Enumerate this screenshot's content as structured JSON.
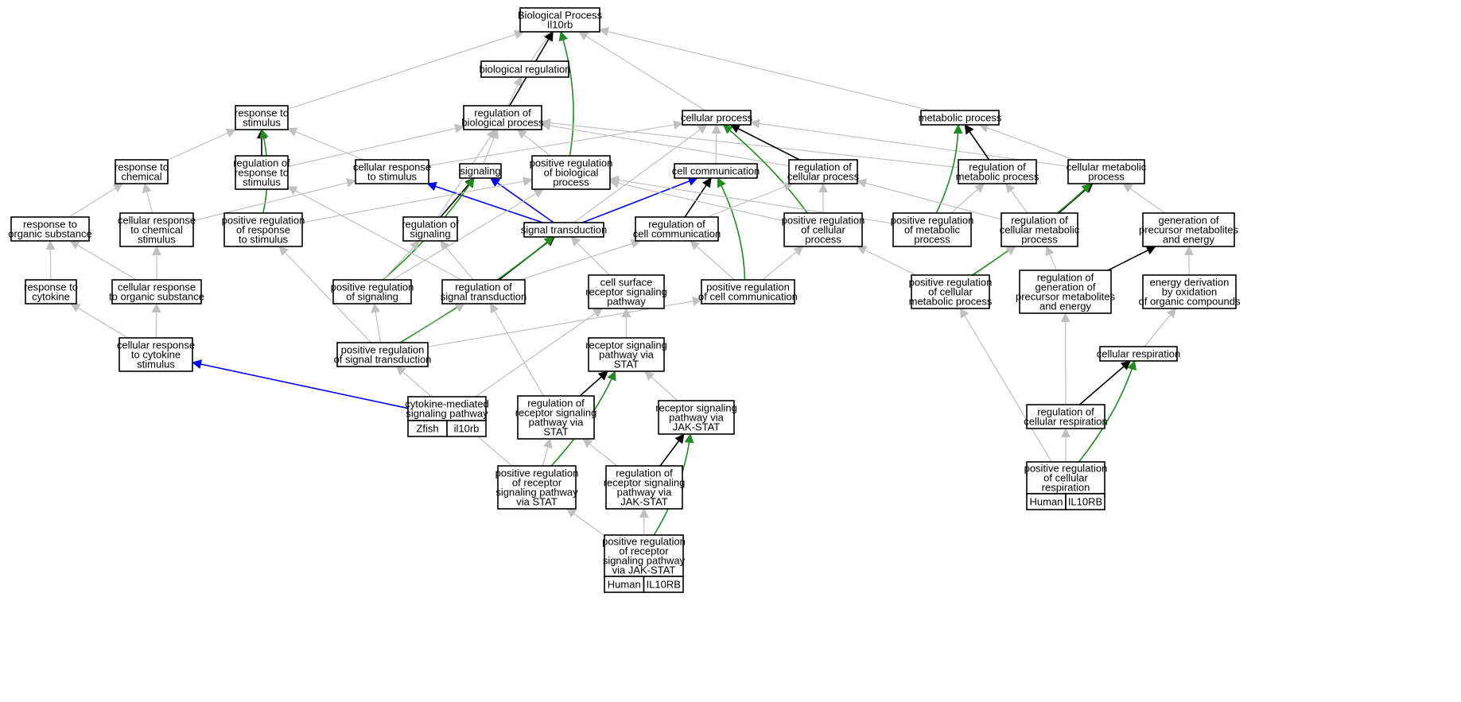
{
  "colors": {
    "gray": "#c0c0c0",
    "black": "#000000",
    "green": "#228b22",
    "blue": "#0000ff",
    "zfish": "#6495ed",
    "human": "#ff6347"
  },
  "nodes": [
    {
      "id": "bp",
      "lines": [
        "Biological Process",
        "Il10rb"
      ]
    },
    {
      "id": "breg",
      "lines": [
        "biological regulation"
      ]
    },
    {
      "id": "rts",
      "lines": [
        "response to",
        "stimulus"
      ]
    },
    {
      "id": "rbp",
      "lines": [
        "regulation of",
        "biological process"
      ]
    },
    {
      "id": "cp",
      "lines": [
        "cellular process"
      ]
    },
    {
      "id": "mp",
      "lines": [
        "metabolic process"
      ]
    },
    {
      "id": "rtc",
      "lines": [
        "response to",
        "chemical"
      ]
    },
    {
      "id": "rrts",
      "lines": [
        "regulation of",
        "response to",
        "stimulus"
      ]
    },
    {
      "id": "crts",
      "lines": [
        "cellular response",
        "to stimulus"
      ]
    },
    {
      "id": "sig",
      "lines": [
        "signaling"
      ]
    },
    {
      "id": "prbp",
      "lines": [
        "positive regulation",
        "of biological",
        "process"
      ]
    },
    {
      "id": "cc",
      "lines": [
        "cell communication"
      ]
    },
    {
      "id": "rcp",
      "lines": [
        "regulation of",
        "cellular process"
      ]
    },
    {
      "id": "rmp",
      "lines": [
        "regulation of",
        "metabolic process"
      ]
    },
    {
      "id": "cmp",
      "lines": [
        "cellular metabolic",
        "process"
      ]
    },
    {
      "id": "rtos",
      "lines": [
        "response to",
        "organic substance"
      ]
    },
    {
      "id": "crtc",
      "lines": [
        "cellular response",
        "to chemical",
        "stimulus"
      ]
    },
    {
      "id": "prrts",
      "lines": [
        "positive regulation",
        "of response",
        "to stimulus"
      ]
    },
    {
      "id": "rsig",
      "lines": [
        "regulation of",
        "signaling"
      ]
    },
    {
      "id": "st",
      "lines": [
        "signal transduction"
      ]
    },
    {
      "id": "rcc",
      "lines": [
        "regulation of",
        "cell communication"
      ]
    },
    {
      "id": "prcp",
      "lines": [
        "positive regulation",
        "of cellular",
        "process"
      ]
    },
    {
      "id": "prmp",
      "lines": [
        "positive regulation",
        "of metabolic",
        "process"
      ]
    },
    {
      "id": "rcmp",
      "lines": [
        "regulation of",
        "cellular metabolic",
        "process"
      ]
    },
    {
      "id": "gpme",
      "lines": [
        "generation of",
        "precursor metabolites",
        "and energy"
      ]
    },
    {
      "id": "rtcy",
      "lines": [
        "response to",
        "cytokine"
      ]
    },
    {
      "id": "crtos",
      "lines": [
        "cellular response",
        "to organic substance"
      ]
    },
    {
      "id": "prsig",
      "lines": [
        "positive regulation",
        "of signaling"
      ]
    },
    {
      "id": "rst",
      "lines": [
        "regulation of",
        "signal transduction"
      ]
    },
    {
      "id": "csrsp",
      "lines": [
        "cell surface",
        "receptor signaling",
        "pathway"
      ]
    },
    {
      "id": "prcc",
      "lines": [
        "positive regulation",
        "of cell communication"
      ]
    },
    {
      "id": "prcmp",
      "lines": [
        "positive regulation",
        "of cellular",
        "metabolic process"
      ]
    },
    {
      "id": "rgpme",
      "lines": [
        "regulation of",
        "generation of",
        "precursor metabolites",
        "and energy"
      ]
    },
    {
      "id": "edoc",
      "lines": [
        "energy derivation",
        "by oxidation",
        "of organic compounds"
      ]
    },
    {
      "id": "crtcs",
      "lines": [
        "cellular response",
        "to cytokine",
        "stimulus"
      ]
    },
    {
      "id": "prst",
      "lines": [
        "positive regulation",
        "of signal transduction"
      ]
    },
    {
      "id": "rspstat",
      "lines": [
        "receptor signaling",
        "pathway via",
        "STAT"
      ]
    },
    {
      "id": "cr",
      "lines": [
        "cellular respiration"
      ]
    },
    {
      "id": "cmsp",
      "lines": [
        "cytokine-mediated",
        "signaling pathway"
      ],
      "tags": [
        "Zfish",
        "il10rb"
      ],
      "tagColor": "zfish"
    },
    {
      "id": "rrspstat",
      "lines": [
        "regulation of",
        "receptor signaling",
        "pathway via",
        "STAT"
      ]
    },
    {
      "id": "rspjak",
      "lines": [
        "receptor signaling",
        "pathway via",
        "JAK-STAT"
      ]
    },
    {
      "id": "rcr",
      "lines": [
        "regulation of",
        "cellular respiration"
      ]
    },
    {
      "id": "prrspstat",
      "lines": [
        "positive regulation",
        "of receptor",
        "signaling pathway",
        "via STAT"
      ]
    },
    {
      "id": "rrspjak",
      "lines": [
        "regulation of",
        "receptor signaling",
        "pathway via",
        "JAK-STAT"
      ]
    },
    {
      "id": "prcr",
      "lines": [
        "positive regulation",
        "of cellular",
        "respiration"
      ],
      "tags": [
        "Human",
        "IL10RB"
      ],
      "tagColor": "human"
    },
    {
      "id": "prrspjak",
      "lines": [
        "positive regulation",
        "of receptor",
        "signaling pathway",
        "via JAK-STAT"
      ],
      "tags": [
        "Human",
        "IL10RB"
      ],
      "tagColor": "human"
    }
  ],
  "edges": [
    [
      "breg",
      "bp",
      "gray"
    ],
    [
      "rts",
      "bp",
      "gray"
    ],
    [
      "rbp",
      "breg",
      "gray"
    ],
    [
      "rbp",
      "bp",
      "black"
    ],
    [
      "cp",
      "bp",
      "gray"
    ],
    [
      "mp",
      "bp",
      "gray"
    ],
    [
      "prbp",
      "bp",
      "green"
    ],
    [
      "rtc",
      "rts",
      "gray"
    ],
    [
      "rrts",
      "rts",
      "black"
    ],
    [
      "crts",
      "rts",
      "gray"
    ],
    [
      "prrts",
      "rts",
      "green"
    ],
    [
      "rrts",
      "rbp",
      "gray"
    ],
    [
      "sig",
      "rbp",
      "gray"
    ],
    [
      "prbp",
      "rbp",
      "gray"
    ],
    [
      "rcp",
      "rbp",
      "gray"
    ],
    [
      "rmp",
      "rbp",
      "gray"
    ],
    [
      "rsig",
      "rbp",
      "gray"
    ],
    [
      "crts",
      "cp",
      "gray"
    ],
    [
      "cc",
      "cp",
      "gray"
    ],
    [
      "rcp",
      "cp",
      "black"
    ],
    [
      "prcp",
      "cp",
      "green"
    ],
    [
      "st",
      "cp",
      "gray"
    ],
    [
      "cmp",
      "cp",
      "gray"
    ],
    [
      "rmp",
      "mp",
      "black"
    ],
    [
      "cmp",
      "mp",
      "gray"
    ],
    [
      "prmp",
      "mp",
      "green"
    ],
    [
      "rtos",
      "rtc",
      "gray"
    ],
    [
      "crtc",
      "rtc",
      "gray"
    ],
    [
      "crtc",
      "crts",
      "gray"
    ],
    [
      "st",
      "crts",
      "blue"
    ],
    [
      "st",
      "sig",
      "blue"
    ],
    [
      "rsig",
      "sig",
      "black"
    ],
    [
      "prsig",
      "sig",
      "green"
    ],
    [
      "st",
      "cc",
      "blue"
    ],
    [
      "rcc",
      "cc",
      "black"
    ],
    [
      "prcc",
      "cc",
      "green"
    ],
    [
      "prrts",
      "prbp",
      "gray"
    ],
    [
      "prsig",
      "prbp",
      "gray"
    ],
    [
      "prcp",
      "prbp",
      "gray"
    ],
    [
      "prmp",
      "prbp",
      "gray"
    ],
    [
      "rcc",
      "rcp",
      "gray"
    ],
    [
      "prcp",
      "rcp",
      "gray"
    ],
    [
      "rcmp",
      "rcp",
      "gray"
    ],
    [
      "prmp",
      "rmp",
      "gray"
    ],
    [
      "rcmp",
      "rmp",
      "gray"
    ],
    [
      "rcmp",
      "cmp",
      "black"
    ],
    [
      "gpme",
      "cmp",
      "gray"
    ],
    [
      "prcmp",
      "cmp",
      "green"
    ],
    [
      "rtcy",
      "rtos",
      "gray"
    ],
    [
      "crtos",
      "rtos",
      "gray"
    ],
    [
      "crtos",
      "crtc",
      "gray"
    ],
    [
      "prst",
      "prrts",
      "gray"
    ],
    [
      "rst",
      "rrts",
      "gray"
    ],
    [
      "prsig",
      "rsig",
      "gray"
    ],
    [
      "rst",
      "rsig",
      "gray"
    ],
    [
      "rst",
      "st",
      "black"
    ],
    [
      "csrsp",
      "st",
      "gray"
    ],
    [
      "prst",
      "st",
      "green"
    ],
    [
      "rst",
      "rcc",
      "gray"
    ],
    [
      "prcc",
      "rcc",
      "gray"
    ],
    [
      "prcc",
      "prcp",
      "gray"
    ],
    [
      "prcmp",
      "prcp",
      "gray"
    ],
    [
      "prcmp",
      "rcmp",
      "gray"
    ],
    [
      "rgpme",
      "rcmp",
      "gray"
    ],
    [
      "rgpme",
      "gpme",
      "black"
    ],
    [
      "edoc",
      "gpme",
      "gray"
    ],
    [
      "crtcs",
      "rtcy",
      "gray"
    ],
    [
      "crtcs",
      "crtos",
      "gray"
    ],
    [
      "prst",
      "prsig",
      "gray"
    ],
    [
      "prst",
      "rst",
      "gray"
    ],
    [
      "prst",
      "prcc",
      "gray"
    ],
    [
      "rspstat",
      "csrsp",
      "gray"
    ],
    [
      "cmsp",
      "csrsp",
      "gray"
    ],
    [
      "cmsp",
      "crtcs",
      "blue"
    ],
    [
      "rrspstat",
      "rst",
      "gray"
    ],
    [
      "rrspstat",
      "rspstat",
      "black"
    ],
    [
      "rspjak",
      "rspstat",
      "gray"
    ],
    [
      "prrspstat",
      "rspstat",
      "green"
    ],
    [
      "cr",
      "edoc",
      "gray"
    ],
    [
      "rcr",
      "cr",
      "black"
    ],
    [
      "prcr",
      "cr",
      "green"
    ],
    [
      "prrspstat",
      "rrspstat",
      "gray"
    ],
    [
      "rrspjak",
      "rrspstat",
      "gray"
    ],
    [
      "rrspjak",
      "rspjak",
      "black"
    ],
    [
      "prrspjak",
      "rspjak",
      "green"
    ],
    [
      "prcr",
      "rcr",
      "gray"
    ],
    [
      "rcr",
      "rgpme",
      "gray"
    ],
    [
      "prcr",
      "prcmp",
      "gray"
    ],
    [
      "prrspstat",
      "prst",
      "gray"
    ],
    [
      "prrspjak",
      "prrspstat",
      "gray"
    ],
    [
      "prrspjak",
      "rrspjak",
      "gray"
    ]
  ]
}
